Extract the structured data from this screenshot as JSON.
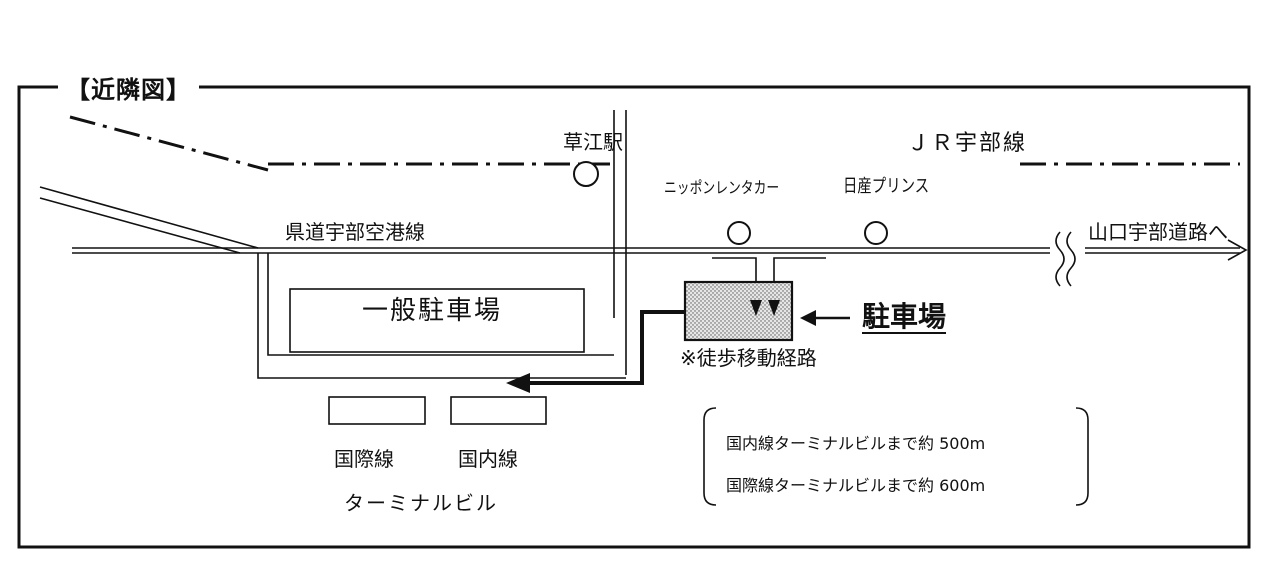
{
  "title": "【近隣図】",
  "labels": {
    "kusae_station": "草江駅",
    "jr_line": "ＪＲ宇部線",
    "nippon_rentacar": "ニッポンレンタカー",
    "nissan_prince": "日産プリンス",
    "prefectural_road": "県道宇部空港線",
    "yamaguchi_ube_road": "山口宇部道路へ",
    "general_parking": "一般駐車場",
    "parking": "駐車場",
    "walking_route": "※徒歩移動経路",
    "international": "国際線",
    "domestic": "国内線",
    "terminal_building": "ターミナルビル"
  },
  "notes": {
    "domestic_distance": "国内線ターミナルビルまで約 500m",
    "international_distance": "国際線ターミナルビルまで約 600m"
  },
  "colors": {
    "line": "#111111",
    "parking_fill": "#d8d8d8"
  }
}
